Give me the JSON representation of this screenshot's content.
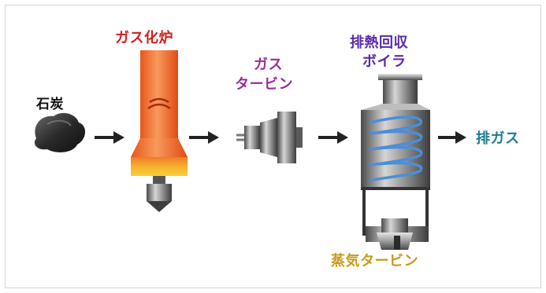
{
  "labels": {
    "coal": "石炭",
    "gasifier": "ガス化炉",
    "gas_turbine_line1": "ガス",
    "gas_turbine_line2": "タービン",
    "hrsg_line1": "排熱回収",
    "hrsg_line2": "ボイラ",
    "exhaust": "排ガス",
    "steam_turbine": "蒸気タービン"
  },
  "colors": {
    "coal_label": "#111111",
    "gasifier_label": "#d21f1f",
    "gas_turbine_label": "#9b2c9b",
    "hrsg_label": "#5a2aa8",
    "exhaust_label": "#1e7a96",
    "steam_turbine_label": "#c89a1a",
    "arrow": "#222222",
    "coil": "#4a8fd8"
  }
}
